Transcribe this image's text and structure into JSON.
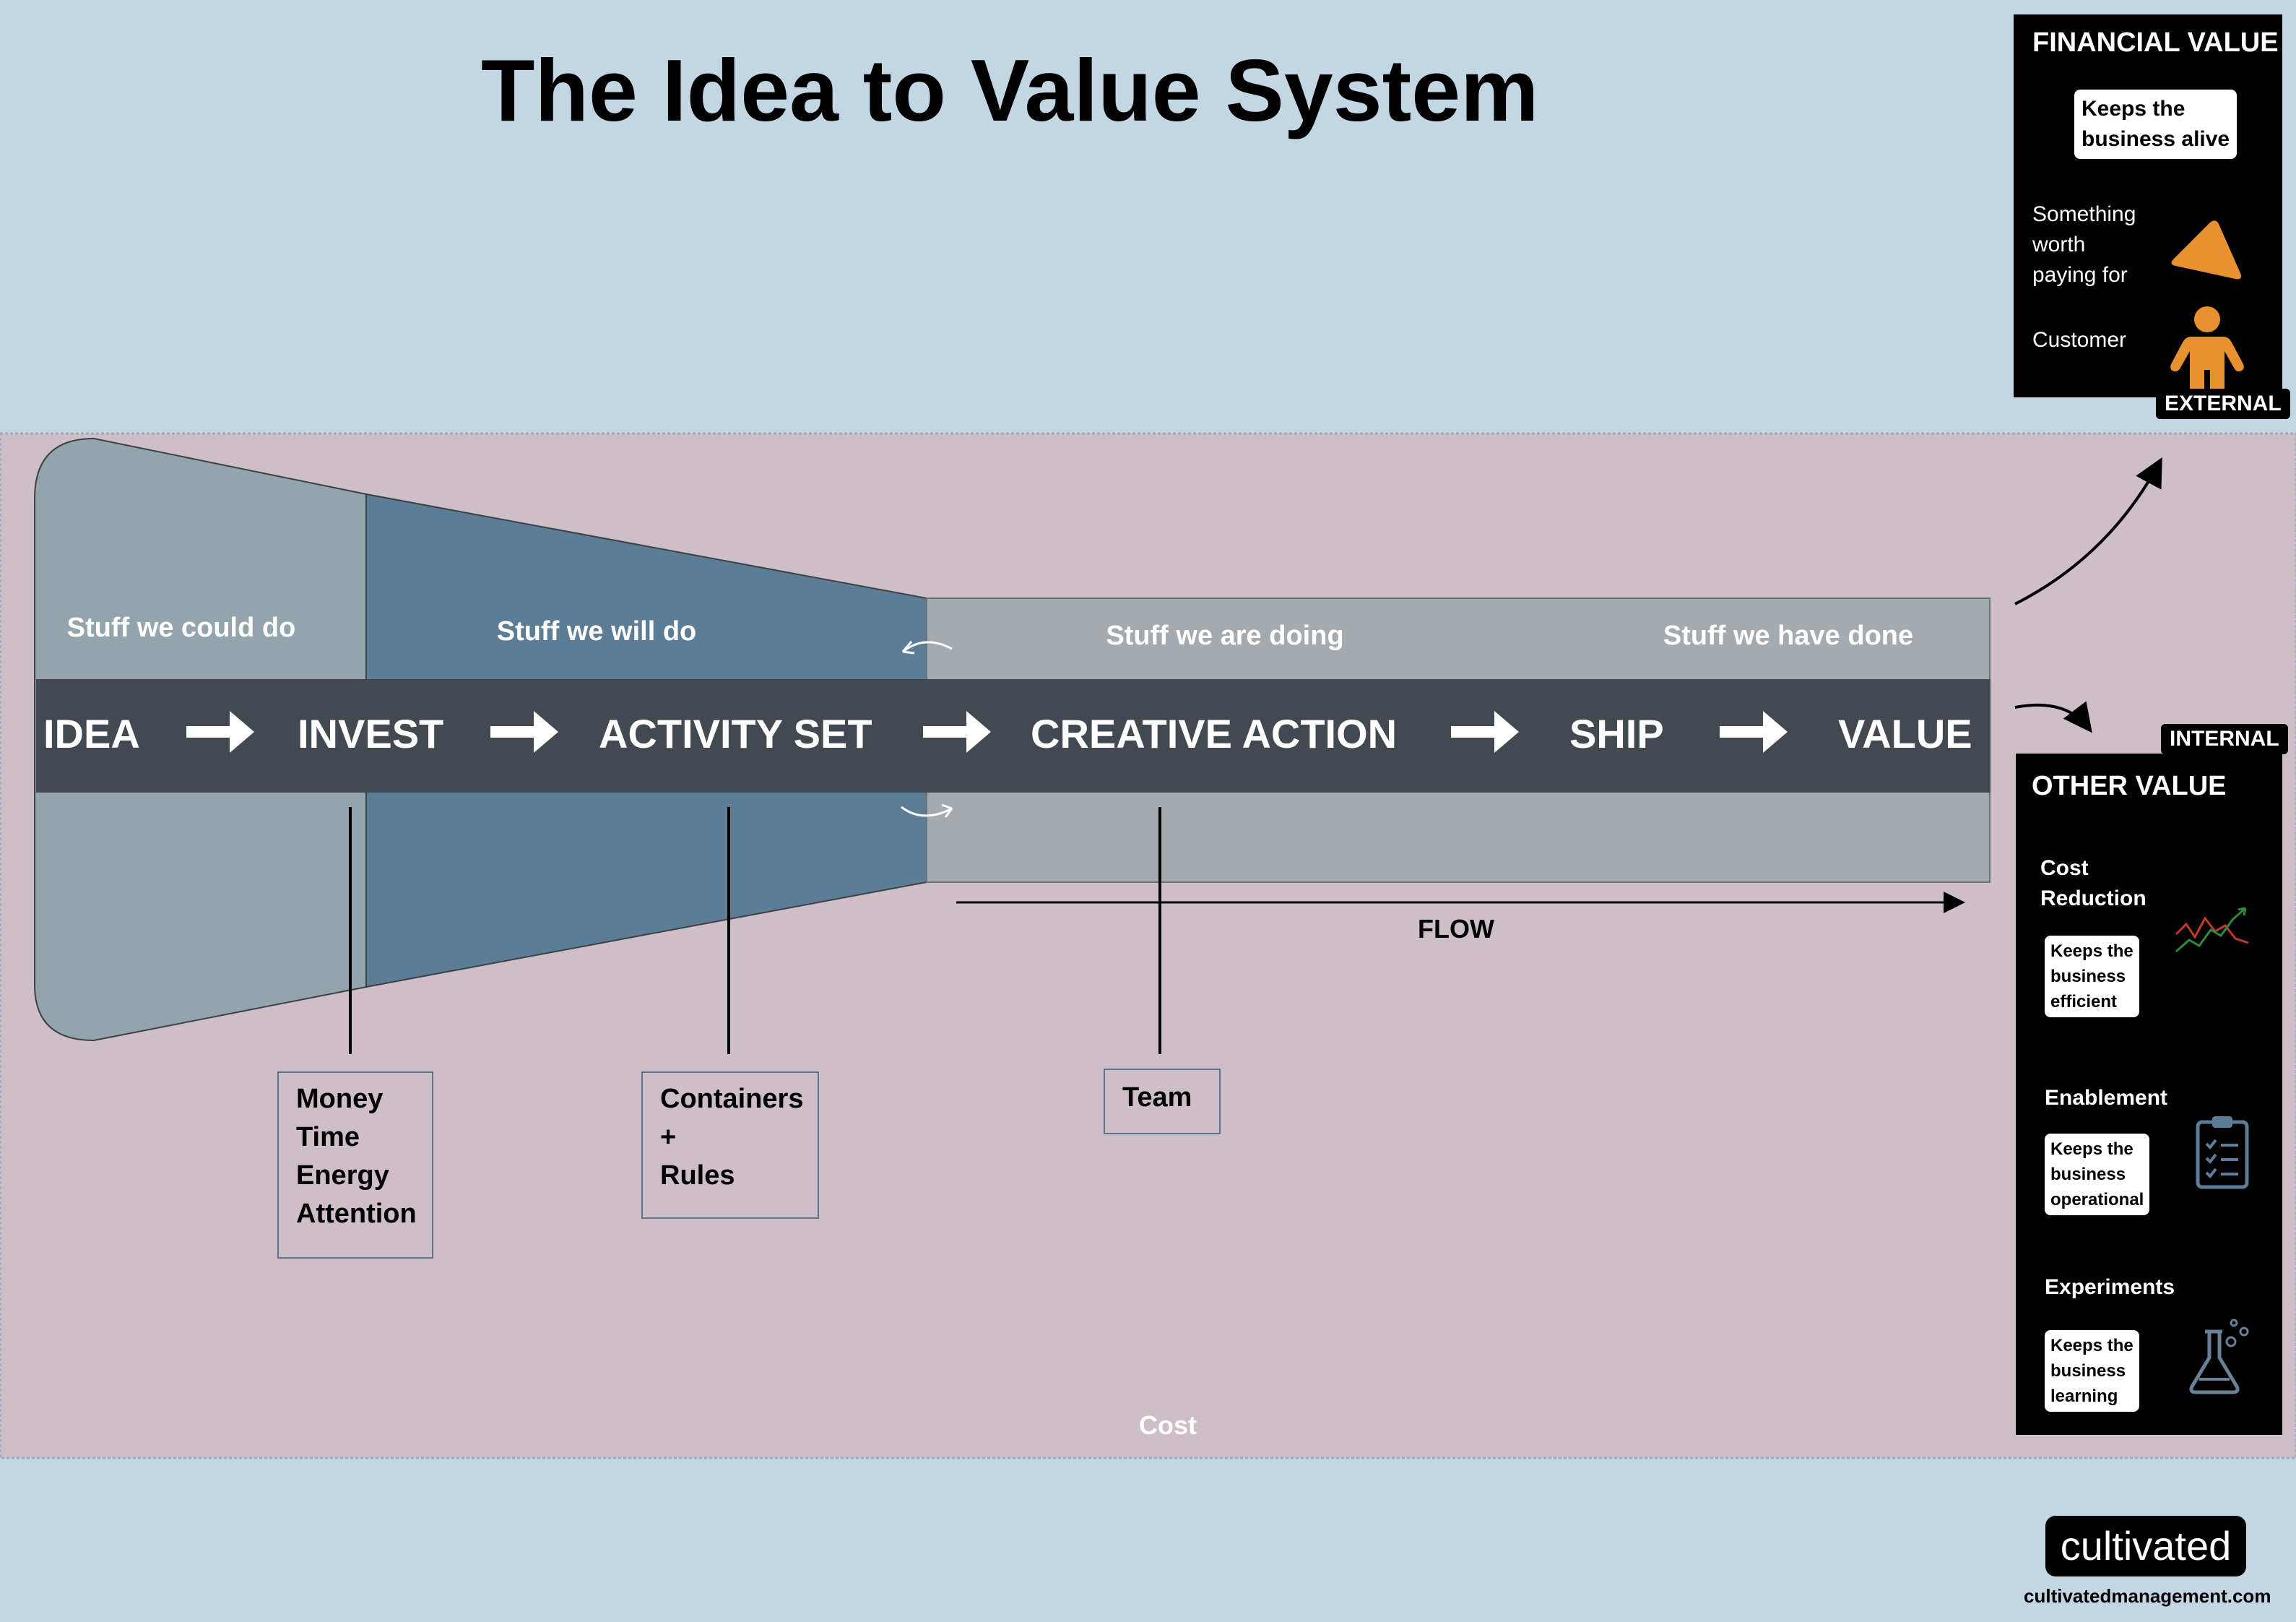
{
  "title": "The Idea to Value System",
  "flow_steps": [
    "IDEA",
    "INVEST",
    "ACTIVITY SET",
    "CREATIVE ACTION",
    "SHIP",
    "VALUE"
  ],
  "stages": {
    "could": "Stuff we could do",
    "will": "Stuff we will do",
    "doing": "Stuff we are doing",
    "done": "Stuff we have done"
  },
  "flow_label": "FLOW",
  "cost_label": "Cost",
  "inputs": {
    "invest": [
      "Money",
      "Time",
      "Energy",
      "Attention"
    ],
    "activity": [
      "Containers",
      "+",
      "Rules"
    ],
    "creative": [
      "Team"
    ]
  },
  "financial": {
    "title": "FINANCIAL VALUE",
    "pill": [
      "Keeps the",
      "business alive"
    ],
    "worth": [
      "Something",
      "worth",
      "paying for"
    ],
    "customer": "Customer",
    "tag": "EXTERNAL"
  },
  "other": {
    "tag": "INTERNAL",
    "title": "OTHER VALUE",
    "items": [
      {
        "label": [
          "Cost",
          "Reduction"
        ],
        "pill": [
          "Keeps the",
          "business",
          "efficient"
        ],
        "icon": "chart-icon"
      },
      {
        "label": [
          "Enablement"
        ],
        "pill": [
          "Keeps the",
          "business",
          "operational"
        ],
        "icon": "clipboard-icon"
      },
      {
        "label": [
          "Experiments"
        ],
        "pill": [
          "Keeps the",
          "business",
          "learning"
        ],
        "icon": "flask-icon"
      }
    ]
  },
  "brand": {
    "logo": "cultivated",
    "url": "cultivatedmanagement.com"
  },
  "colors": {
    "background": "#c3d6e3",
    "cost_area": "#cebec7",
    "could_area": "#93a4ad",
    "will_area": "#5d7c96",
    "doing_area": "#a4aaad",
    "flow_band": "#424950",
    "accent": "#e8922f"
  }
}
